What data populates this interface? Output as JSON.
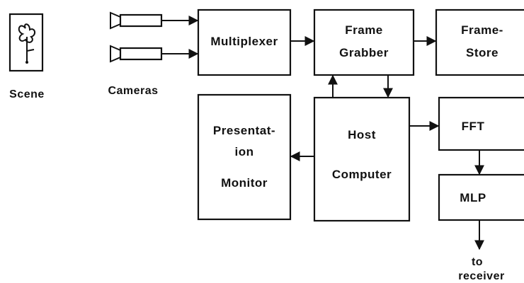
{
  "labels": {
    "scene": "Scene",
    "cameras": "Cameras",
    "multiplexer": "Multiplexer",
    "frame_grabber_1": "Frame",
    "frame_grabber_2": "Grabber",
    "frame_store_1": "Frame-",
    "frame_store_2": "Store",
    "presentation_1": "Presentat-",
    "presentation_2": "ion",
    "presentation_3": "Monitor",
    "host_1": "Host",
    "host_2": "Computer",
    "fft": "FFT",
    "mlp": "MLP",
    "to_receiver_1": "to",
    "to_receiver_2": "receiver"
  },
  "icons": {
    "scene": "flower-scene-icon",
    "camera": "camera-icon"
  },
  "colors": {
    "ink": "#111111",
    "background": "#ffffff"
  }
}
